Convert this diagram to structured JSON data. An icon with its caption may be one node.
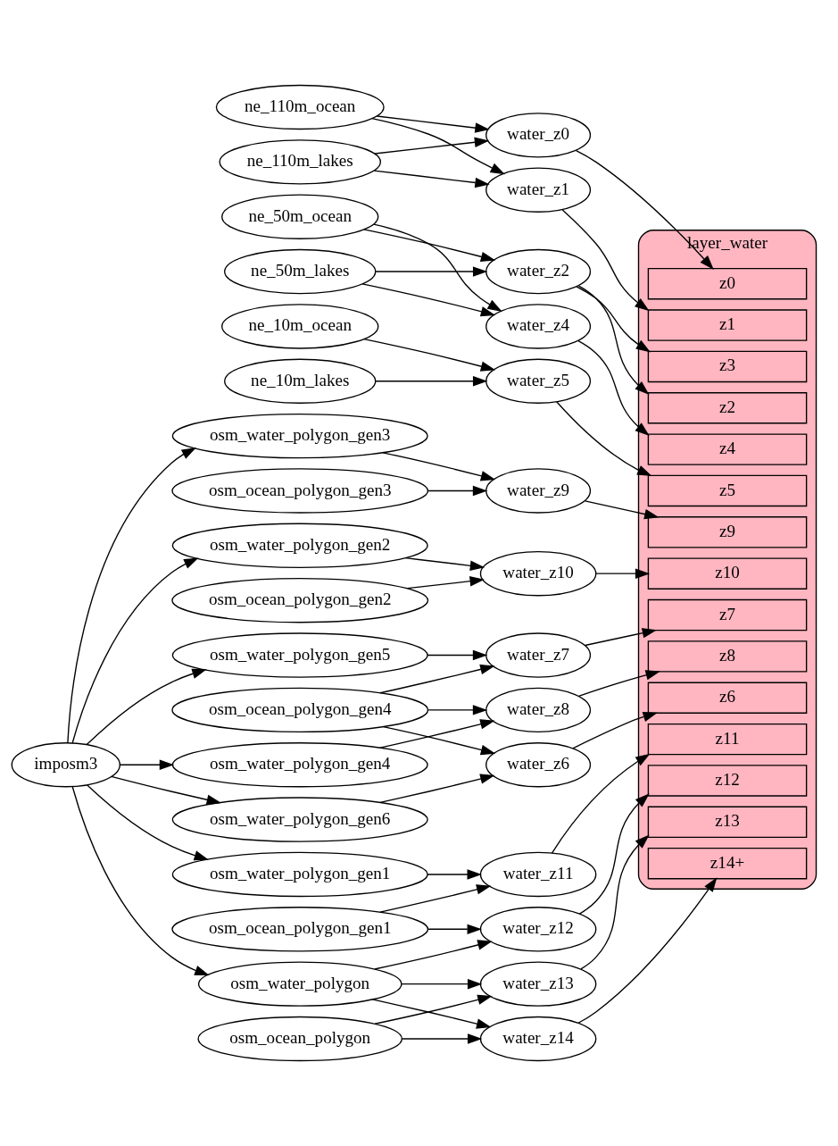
{
  "diagram": {
    "nodes": [
      {
        "text": [
          "ne_110m_ocean"
        ]
      },
      {
        "text": [
          "ne_110m_lakes"
        ]
      },
      {
        "text": [
          "ne_50m_ocean"
        ]
      },
      {
        "text": [
          "ne_50m_lakes"
        ]
      },
      {
        "text": [
          "ne_10m_ocean"
        ]
      },
      {
        "text": [
          "ne_10m_lakes"
        ]
      },
      {
        "text": [
          "osm_water_polygon_gen6"
        ]
      },
      {
        "text": [
          "osm_ocean_polygon_gen4"
        ]
      },
      {
        "text": [
          "osm_water_polygon_gen5"
        ]
      },
      {
        "text": [
          "osm_water_polygon_gen4"
        ]
      },
      {
        "text": [
          "imposm3"
        ]
      },
      {
        "text": [
          "osm_water_polygon_gen3"
        ]
      },
      {
        "text": [
          "osm_ocean_polygon_gen3"
        ]
      },
      {
        "text": [
          "osm_water_polygon_gen2"
        ]
      },
      {
        "text": [
          "osm_ocean_polygon_gen2"
        ]
      },
      {
        "text": [
          "osm_water_polygon_gen1"
        ]
      },
      {
        "text": [
          "osm_ocean_polygon_gen1"
        ]
      },
      {
        "text": [
          "osm_water_polygon"
        ]
      },
      {
        "text": [
          "osm_ocean_polygon"
        ]
      },
      {
        "text": [
          "water_z0"
        ]
      },
      {
        "text": [
          "water_z1"
        ]
      },
      {
        "text": [
          "water_z2"
        ]
      },
      {
        "text": [
          "water_z4"
        ]
      },
      {
        "text": [
          "water_z5"
        ]
      },
      {
        "text": [
          "water_z6"
        ]
      },
      {
        "text": [
          "water_z7"
        ]
      },
      {
        "text": [
          "water_z8"
        ]
      },
      {
        "text": [
          "water_z9"
        ]
      },
      {
        "text": [
          "water_z10"
        ]
      },
      {
        "text": [
          "water_z11"
        ]
      },
      {
        "text": [
          "water_z12"
        ]
      },
      {
        "text": [
          "water_z13"
        ]
      },
      {
        "text": [
          "water_z14"
        ]
      },
      {
        "text": [
          "layer_water"
        ]
      },
      {
        "text": [
          "z0"
        ],
        "in": 33
      },
      {
        "text": [
          "z1"
        ],
        "in": 33
      },
      {
        "text": [
          "z2"
        ],
        "in": 33
      },
      {
        "text": [
          "z3"
        ],
        "in": 33
      },
      {
        "text": [
          "z4"
        ],
        "in": 33
      },
      {
        "text": [
          "z5"
        ],
        "in": 33
      },
      {
        "text": [
          "z6"
        ],
        "in": 33
      },
      {
        "text": [
          "z7"
        ],
        "in": 33
      },
      {
        "text": [
          "z8"
        ],
        "in": 33
      },
      {
        "text": [
          "z9"
        ],
        "in": 33
      },
      {
        "text": [
          "z10"
        ],
        "in": 33
      },
      {
        "text": [
          "z11"
        ],
        "in": 33
      },
      {
        "text": [
          "z12"
        ],
        "in": 33
      },
      {
        "text": [
          "z13"
        ],
        "in": 33
      },
      {
        "text": [
          "z14+"
        ],
        "in": 33
      }
    ],
    "edges": [
      {
        "from": 0,
        "to": 19,
        "arrow": "to"
      },
      {
        "from": 0,
        "to": 20,
        "arrow": "to"
      },
      {
        "from": 1,
        "to": 19,
        "arrow": "to"
      },
      {
        "from": 1,
        "to": 20,
        "arrow": "to"
      },
      {
        "from": 2,
        "to": 21,
        "arrow": "to"
      },
      {
        "from": 2,
        "to": 22,
        "arrow": "to"
      },
      {
        "from": 3,
        "to": 21,
        "arrow": "to"
      },
      {
        "from": 3,
        "to": 22,
        "arrow": "to"
      },
      {
        "from": 4,
        "to": 23,
        "arrow": "to"
      },
      {
        "from": 5,
        "to": 23,
        "arrow": "to"
      },
      {
        "from": 10,
        "to": 6,
        "arrow": "to"
      },
      {
        "from": 10,
        "to": 8,
        "arrow": "to"
      },
      {
        "from": 10,
        "to": 9,
        "arrow": "to"
      },
      {
        "from": 10,
        "to": 11,
        "arrow": "to"
      },
      {
        "from": 10,
        "to": 13,
        "arrow": "to"
      },
      {
        "from": 10,
        "to": 15,
        "arrow": "to"
      },
      {
        "from": 10,
        "to": 17,
        "arrow": "to"
      },
      {
        "from": 6,
        "to": 24,
        "arrow": "to"
      },
      {
        "from": 7,
        "to": 24,
        "arrow": "to"
      },
      {
        "from": 7,
        "to": 25,
        "arrow": "to"
      },
      {
        "from": 7,
        "to": 26,
        "arrow": "to"
      },
      {
        "from": 8,
        "to": 25,
        "arrow": "to"
      },
      {
        "from": 9,
        "to": 26,
        "arrow": "to"
      },
      {
        "from": 11,
        "to": 27,
        "arrow": "to"
      },
      {
        "from": 12,
        "to": 27,
        "arrow": "to"
      },
      {
        "from": 13,
        "to": 28,
        "arrow": "to"
      },
      {
        "from": 14,
        "to": 28,
        "arrow": "to"
      },
      {
        "from": 15,
        "to": 29,
        "arrow": "to"
      },
      {
        "from": 16,
        "to": 29,
        "arrow": "to"
      },
      {
        "from": 16,
        "to": 30,
        "arrow": "to"
      },
      {
        "from": 17,
        "to": 30,
        "arrow": "to"
      },
      {
        "from": 17,
        "to": 31,
        "arrow": "to"
      },
      {
        "from": 17,
        "to": 32,
        "arrow": "to"
      },
      {
        "from": 18,
        "to": 31,
        "arrow": "to"
      },
      {
        "from": 18,
        "to": 32,
        "arrow": "to"
      },
      {
        "from": 19,
        "to": 34,
        "arrow": "to"
      },
      {
        "from": 20,
        "to": 35,
        "arrow": "to"
      },
      {
        "from": 21,
        "to": 36,
        "arrow": "to"
      },
      {
        "from": 21,
        "to": 37,
        "arrow": "to"
      },
      {
        "from": 22,
        "to": 38,
        "arrow": "to"
      },
      {
        "from": 23,
        "to": 39,
        "arrow": "to"
      },
      {
        "from": 24,
        "to": 40,
        "arrow": "to"
      },
      {
        "from": 25,
        "to": 41,
        "arrow": "to"
      },
      {
        "from": 26,
        "to": 42,
        "arrow": "to"
      },
      {
        "from": 27,
        "to": 43,
        "arrow": "to"
      },
      {
        "from": 28,
        "to": 44,
        "arrow": "to"
      },
      {
        "from": 29,
        "to": 45,
        "arrow": "to"
      },
      {
        "from": 30,
        "to": 46,
        "arrow": "to"
      },
      {
        "from": 31,
        "to": 47,
        "arrow": "to"
      },
      {
        "from": 32,
        "to": 48,
        "arrow": "to"
      }
    ]
  }
}
